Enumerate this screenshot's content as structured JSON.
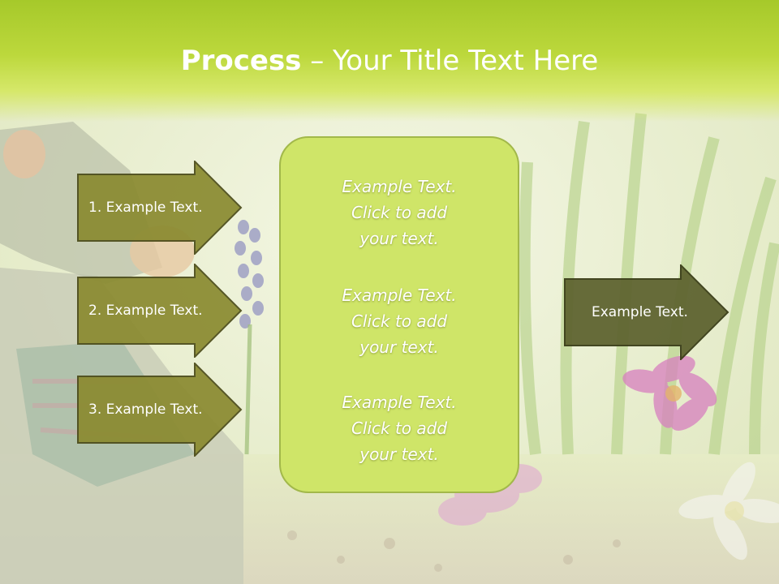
{
  "slide": {
    "title_bold": "Process",
    "title_rest": " – Your Title Text Here",
    "left_items": [
      {
        "label": "1. Example Text."
      },
      {
        "label": "2. Example Text."
      },
      {
        "label": "3. Example Text."
      }
    ],
    "center_blocks": [
      {
        "line1": "Example Text.",
        "line2": "Click  to add",
        "line3": "your text."
      },
      {
        "line1": "Example Text.",
        "line2": "Click  to add",
        "line3": "your text."
      },
      {
        "line1": "Example Text.",
        "line2": "Click  to add",
        "line3": "your text."
      }
    ],
    "right_item": {
      "label": "Example Text."
    }
  },
  "colors": {
    "left_arrow_fill": "#8a8a30",
    "right_arrow_fill": "#5f6431",
    "center_box_fill": "#cfe568",
    "header_green": "#a6c92a"
  }
}
